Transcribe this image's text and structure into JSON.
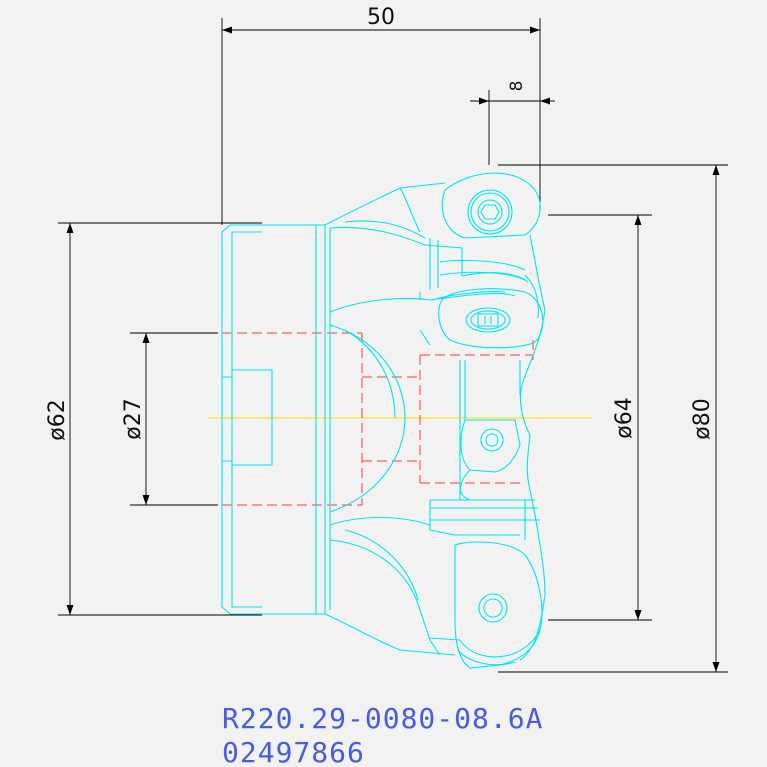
{
  "dimensions": {
    "length_total": "50",
    "length_small": "8",
    "dia_62": "ø62",
    "dia_27": "ø27",
    "dia_64": "ø64",
    "dia_80": "ø80"
  },
  "part": {
    "designation": "R220.29-0080-08.6A",
    "number": "02497866"
  },
  "colors": {
    "outline": "#00e5ee",
    "hidden": "#ff3b3b",
    "centerline": "#ffe000",
    "dimension": "#000000",
    "text": "#4a5be0"
  }
}
